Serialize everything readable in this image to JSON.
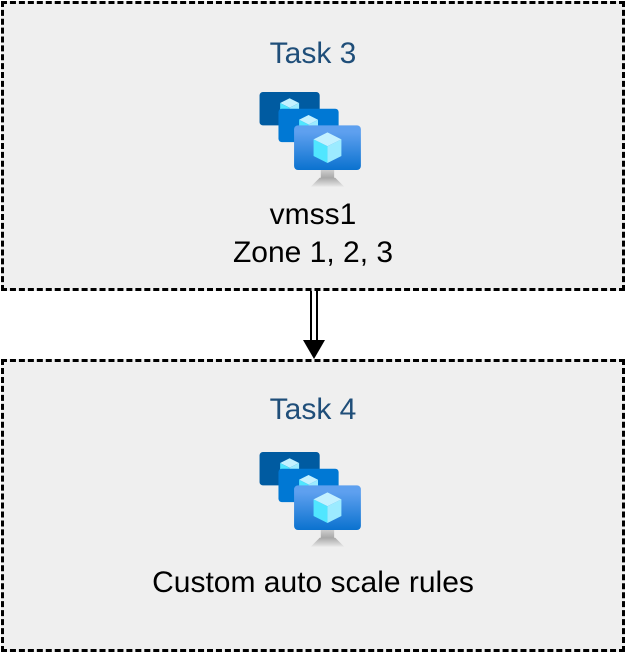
{
  "diagram": {
    "boxes": [
      {
        "title": "Task 3",
        "icon": "vm-scale-sets-icon",
        "lines": [
          "vmss1",
          "Zone 1, 2, 3"
        ]
      },
      {
        "title": "Task 4",
        "icon": "vm-scale-sets-icon",
        "lines": [
          "Custom auto scale rules"
        ]
      }
    ],
    "connector": {
      "type": "double-line-arrow",
      "direction": "down"
    },
    "colors": {
      "box_background": "#EFEFEF",
      "box_border": "#000000",
      "title_text": "#1F4E79",
      "body_text": "#000000",
      "monitor_back": "#005BA1",
      "monitor_middle": "#0078D4",
      "monitor_front_top": "#5EA0EF",
      "monitor_front_bottom": "#0078D4",
      "cube_top": "#C3F1FF",
      "cube_left": "#50E6FF",
      "cube_right": "#9CEBFF",
      "stand_gray_dark": "#9E9E9E",
      "stand_gray_light": "#E8E8E8"
    }
  }
}
